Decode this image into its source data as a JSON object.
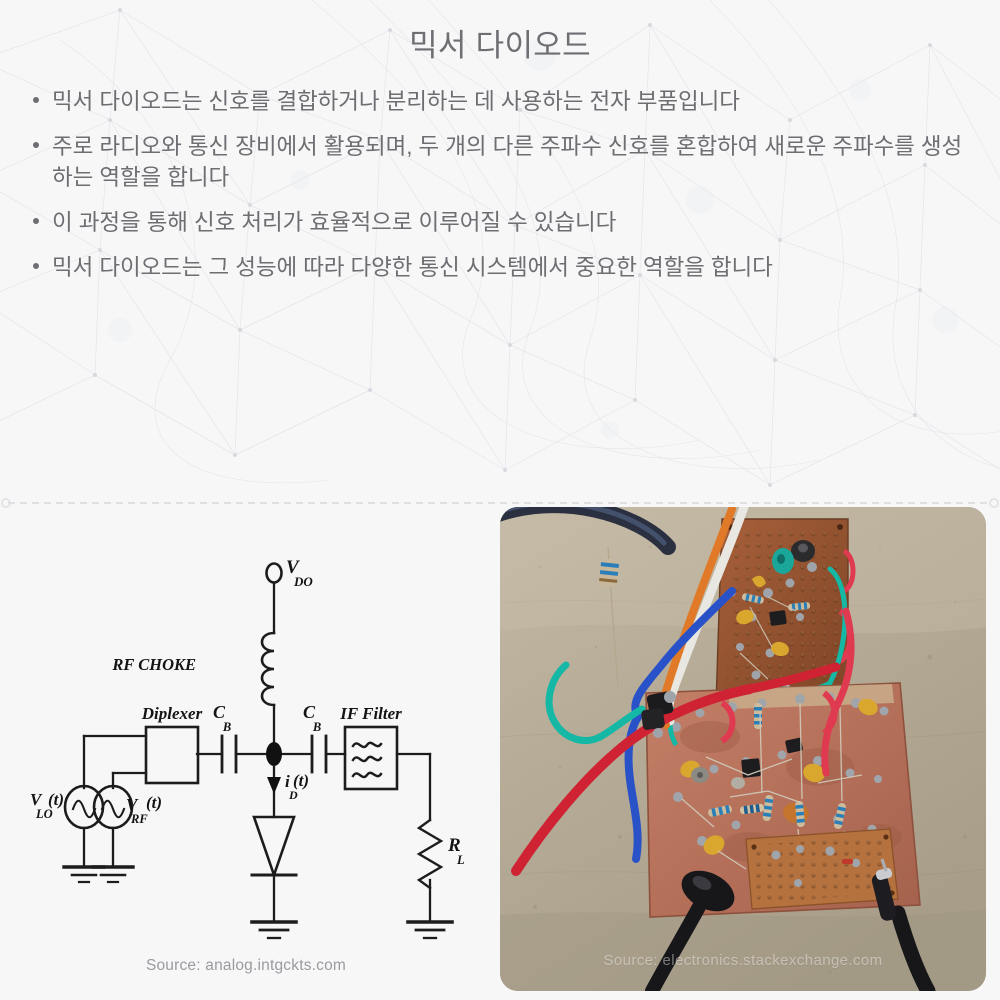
{
  "slide": {
    "title": "믹서 다이오드",
    "background_color": "#f7f7f8",
    "text_color": "#6d6d72"
  },
  "bullets": [
    {
      "text": "믹서 다이오드는 신호를 결합하거나 분리하는 데 사용하는 전자 부품입니다"
    },
    {
      "text": "주로 라디오와 통신 장비에서 활용되며, 두 개의 다른 주파수 신호를 혼합하여 새로운 주파수를 생성하는 역할을 합니다"
    },
    {
      "text": "이 과정을 통해 신호 처리가 효율적으로 이루어질 수 있습니다"
    },
    {
      "text": "믹서 다이오드는 그 성능에 따라 다양한 통신 시스템에서 중요한 역할을 합니다"
    }
  ],
  "circuit": {
    "source_caption": "Source: analog.intgckts.com",
    "labels": {
      "supply": "V",
      "supply_sub": "DO",
      "rf_choke": "RF CHOKE",
      "diplexer": "Diplexer",
      "cap_left": "C",
      "cap_left_sub": "B",
      "cap_right": "C",
      "cap_right_sub": "B",
      "if_filter": "IF Filter",
      "diode_current": "i",
      "diode_current_sub": "D",
      "diode_current_arg": "(t)",
      "load_resistor": "R",
      "load_resistor_sub": "L",
      "src_lo": "V",
      "src_lo_sub": "LO",
      "src_lo_arg": "(t)",
      "src_rf": "V",
      "src_rf_sub": "RF",
      "src_rf_arg": "(t)"
    },
    "stroke_color": "#1c1c1c"
  },
  "photo": {
    "watermark": "Source: electronics.stackexchange.com",
    "alt": "perfboard radio receiver circuit with red air coils, blue resistors and colored wires on a cardboard surface",
    "palette": {
      "cardboard": "#b5ab97",
      "pcb_top": "#9d5a33",
      "pcb_bottom": "#b9725c",
      "coil_red": "#e24a5c",
      "wire_blue": "#2a52c8",
      "wire_red": "#cf2233",
      "wire_teal": "#16b8a0",
      "wire_orange": "#e07a28",
      "wire_white": "#e8e6e1",
      "cap_yellow": "#d7a32a",
      "resistor_blue": "#3d7fbf",
      "probe_black": "#1a1a1c"
    }
  }
}
